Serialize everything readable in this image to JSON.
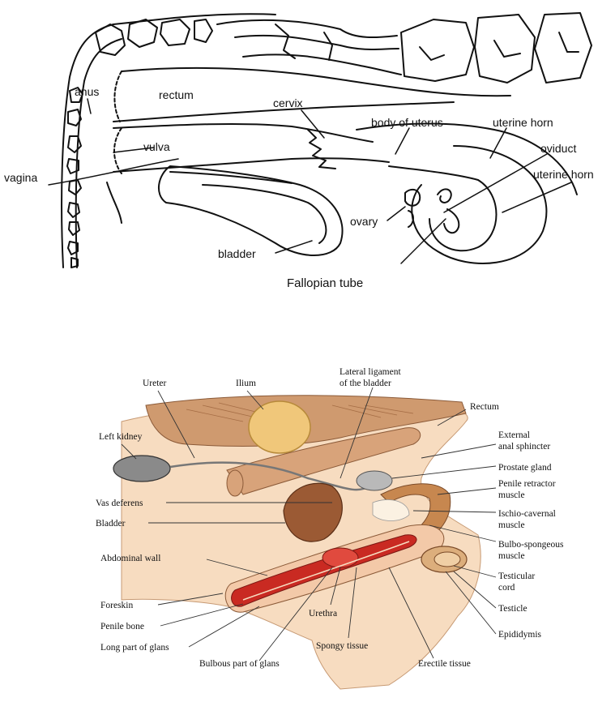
{
  "female": {
    "labels": {
      "anus": "anus",
      "rectum": "rectum",
      "cervix": "cervix",
      "body_of_uterus": "body of uterus",
      "uterine_horn_1": "uterine horn",
      "vulva": "vulva",
      "oviduct": "oviduct",
      "vagina": "vagina",
      "uterine_horn_2": "uterine horn",
      "ovary": "ovary",
      "bladder": "bladder"
    },
    "caption": "Fallopian tube"
  },
  "male": {
    "labels": {
      "ureter": "Ureter",
      "ilium": "Ilium",
      "lateral_ligament_1": "Lateral ligament",
      "lateral_ligament_2": "of the bladder",
      "rectum": "Rectum",
      "left_kidney": "Left kidney",
      "external_anal_1": "External",
      "external_anal_2": "anal sphincter",
      "prostate": "Prostate gland",
      "vas_deferens": "Vas deferens",
      "penile_retractor_1": "Penile retractor",
      "penile_retractor_2": "muscle",
      "bladder": "Bladder",
      "ischio_1": "Ischio-cavernal",
      "ischio_2": "muscle",
      "bulbo_1": "Bulbo-spongeous",
      "bulbo_2": "muscle",
      "abdominal_wall": "Abdominal wall",
      "testicular_1": "Testicular",
      "testicular_2": "cord",
      "foreskin": "Foreskin",
      "urethra": "Urethra",
      "testicle": "Testicle",
      "penile_bone": "Penile bone",
      "epididymis": "Epididymis",
      "long_glans": "Long part of glans",
      "spongy_tissue": "Spongy tissue",
      "bulbous_glans": "Bulbous part of glans",
      "erectile_tissue": "Erectile tissue"
    }
  },
  "colors": {
    "ink": "#111111",
    "muscle": "#cf9a6f",
    "muscle_dark": "#9b5a34",
    "skin": "#f7dcc0",
    "bone": "#f0c77a",
    "erectile_red": "#c92a22",
    "kidney_gray": "#8a8a8a"
  }
}
